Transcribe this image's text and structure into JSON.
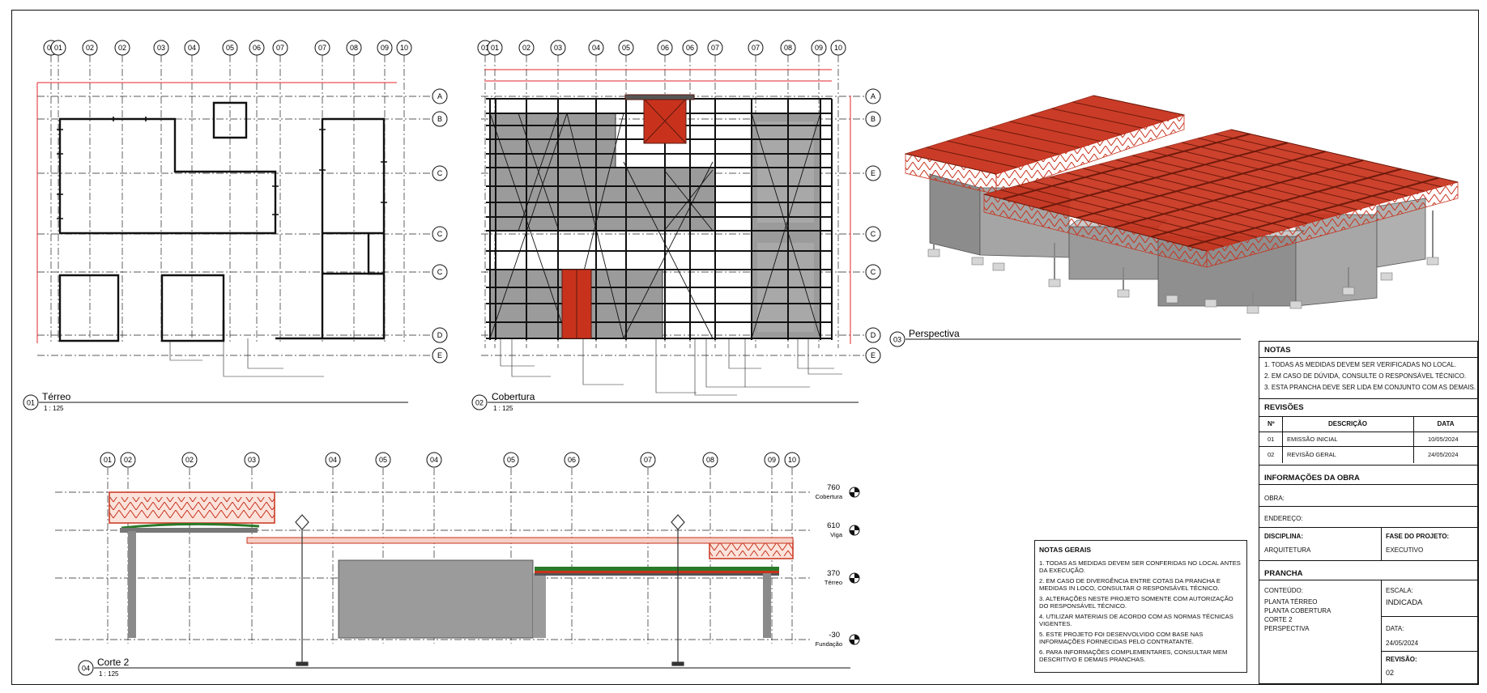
{
  "views": {
    "terreo": {
      "num": "01",
      "title": "Térreo",
      "scale": "1 : 125"
    },
    "cobertura": {
      "num": "02",
      "title": "Cobertura",
      "scale": "1 : 125"
    },
    "perspectiva": {
      "num": "03",
      "title": "Perspectiva"
    },
    "corte": {
      "num": "04",
      "title": "Corte 2",
      "scale": "1 : 125"
    }
  },
  "grid_plan1_labels": [
    "01",
    "01",
    "02",
    "02",
    "03",
    "04",
    "05",
    "06",
    "07",
    "07",
    "08",
    "09",
    "10"
  ],
  "grid_plan2_labels": [
    "01",
    "01",
    "02",
    "03",
    "04",
    "05",
    "06",
    "06",
    "07",
    "07",
    "08",
    "09",
    "10"
  ],
  "plan1_row_labels": [
    "A",
    "B",
    "C",
    "C",
    "C",
    "D",
    "E"
  ],
  "plan2_row_labels": [
    "A",
    "B",
    "E",
    "C",
    "C",
    "D",
    "E"
  ],
  "section_grid_labels": [
    "01",
    "02",
    "02",
    "03",
    "04",
    "05",
    "04",
    "05",
    "06",
    "07",
    "08",
    "09",
    "10"
  ],
  "levels": [
    {
      "value": "760",
      "name": "Cobertura"
    },
    {
      "value": "610",
      "name": "Viga"
    },
    {
      "value": "370",
      "name": "Térreo"
    },
    {
      "value": "-30",
      "name": "Fundação"
    }
  ],
  "notas_gerais": {
    "title": "NOTAS GERAIS",
    "items": [
      "1. TODAS AS MEDIDAS DEVEM SER CONFERIDAS NO LOCAL ANTES DA EXECUÇÃO.",
      "2. EM CASO DE DIVERGÊNCIA ENTRE COTAS DA PRANCHA E MEDIDAS IN LOCO, CONSULTAR O RESPONSÁVEL TÉCNICO.",
      "3. ALTERAÇÕES NESTE PROJETO SOMENTE COM AUTORIZAÇÃO DO RESPONSÁVEL TÉCNICO.",
      "4. UTILIZAR MATERIAIS DE ACORDO COM AS NORMAS TÉCNICAS VIGENTES.",
      "5. ESTE PROJETO FOI DESENVOLVIDO COM BASE NAS INFORMAÇÕES FORNECIDAS PELO CONTRATANTE.",
      "6. PARA INFORMAÇÕES COMPLEMENTARES, CONSULTAR MEM DESCRITIVO E DEMAIS PRANCHAS."
    ]
  },
  "titleblock": {
    "notas_title": "NOTAS",
    "notas": [
      "1. TODAS AS MEDIDAS DEVEM SER VERIFICADAS NO LOCAL.",
      "2. EM CASO DE DÚVIDA, CONSULTE O RESPONSÁVEL TÉCNICO.",
      "3. ESTA PRANCHA DEVE SER LIDA EM CONJUNTO COM AS DEMAIS."
    ],
    "revisoes_title": "REVISÕES",
    "rev_headers": {
      "n": "Nº",
      "desc": "DESCRIÇÃO",
      "data": "DATA"
    },
    "revisoes": [
      {
        "n": "01",
        "desc": "EMISSÃO INICIAL",
        "data": "10/05/2024"
      },
      {
        "n": "02",
        "desc": "REVISÃO GERAL",
        "data": "24/05/2024"
      }
    ],
    "info_title": "INFORMAÇÕES DA OBRA",
    "obra_label": "OBRA:",
    "endereco_label": "ENDEREÇO:",
    "disciplina_label": "DISCIPLINA:",
    "disciplina": "ARQUITETURA",
    "fase_label": "FASE DO PROJETO:",
    "fase": "EXECUTIVO",
    "prancha_title": "PRANCHA",
    "conteudo_label": "CONTEÚDO:",
    "conteudo": [
      "PLANTA TÉRREO",
      "PLANTA COBERTURA",
      "CORTE 2",
      "PERSPECTIVA"
    ],
    "escala_label": "ESCALA:",
    "escala": "INDICADA",
    "data_label": "DATA:",
    "data": "24/05/2024",
    "revisao_label": "REVISÃO:",
    "revisao": "02"
  },
  "colors": {
    "red": "#c8321c",
    "dim": "#e3242b",
    "gray": "#9b9b9b",
    "steel": "#b8b8b8"
  }
}
